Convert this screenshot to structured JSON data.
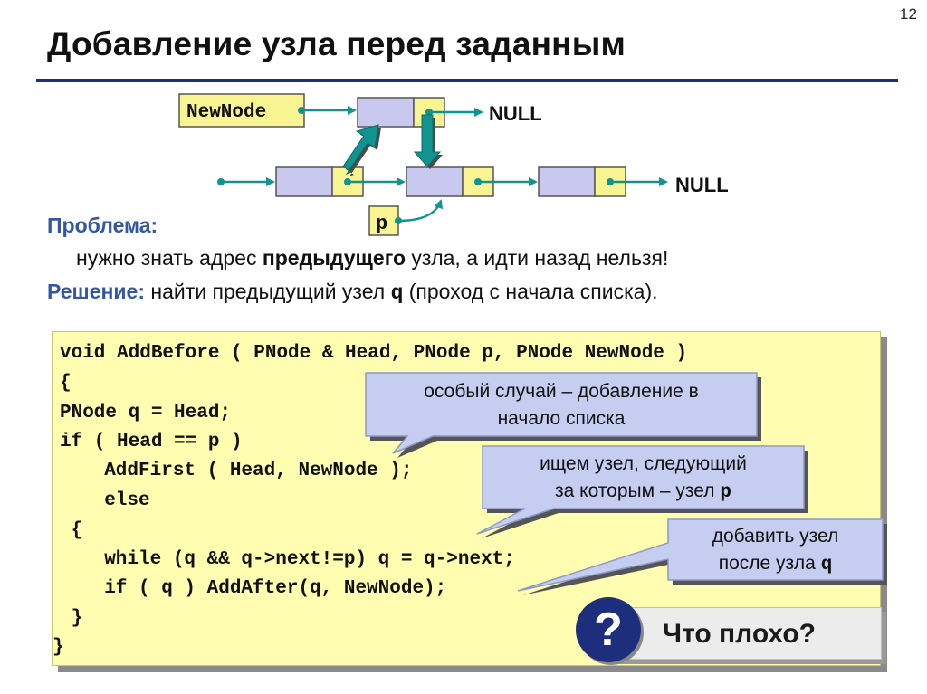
{
  "page_number": "12",
  "title": "Добавление узла перед заданным",
  "diagram": {
    "newnode_label": "NewNode",
    "null_top": "NULL",
    "null_bottom": "NULL",
    "p_label": "p"
  },
  "problem": {
    "label": "Проблема:",
    "text_before": "нужно знать адрес ",
    "text_bold": "предыдущего",
    "text_after": " узла, а идти назад нельзя!"
  },
  "solution": {
    "label": "Решение:",
    "text_before": " найти предыдущий узел ",
    "var": "q",
    "text_after": " (проход с начала списка)."
  },
  "code_lines": [
    "void AddBefore ( PNode & Head, PNode p, PNode NewNode )",
    "{",
    "PNode q = Head;",
    "if ( Head == p )",
    "  AddFirst ( Head, NewNode );",
    "  else",
    " {",
    "  while (q && q->next!=p) q = q->next;",
    "  if ( q ) AddAfter(q, NewNode);",
    " }",
    "}"
  ],
  "callouts": {
    "c1_line1": "особый случай – добавление в",
    "c1_line2": "начало списка",
    "c2_line1": "ищем узел, следующий",
    "c2_line2": "за которым – узел ",
    "c2_var": "p",
    "c3_line1": "добавить узел",
    "c3_line2": "после узла ",
    "c3_var": "q"
  },
  "badge": {
    "icon": "question-icon",
    "text": "Что плохо?"
  },
  "colors": {
    "node_main": "#c9c9f0",
    "node_ptr": "#f8f492",
    "arrow": "#0f948f",
    "accent_blue": "#3456a8",
    "code_bg": "#fefdb0",
    "callout_bg": "#c5cdf0"
  }
}
